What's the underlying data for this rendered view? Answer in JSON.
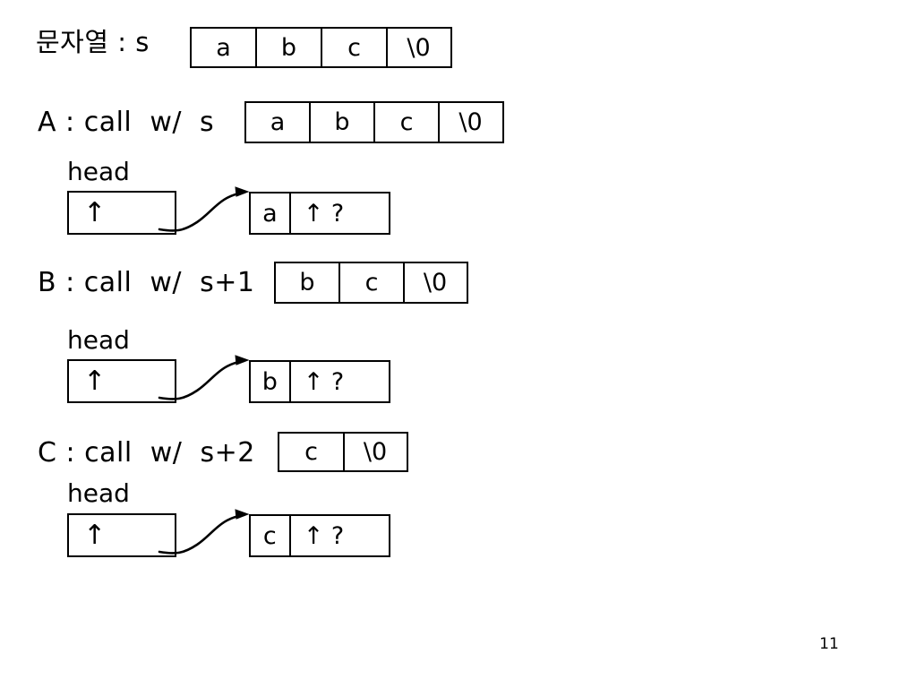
{
  "slide": {
    "page_number": "11",
    "string_row": {
      "label": "문자열 : s",
      "cells": [
        "a",
        "b",
        "c",
        "\\0"
      ]
    },
    "cases": [
      {
        "id": "A",
        "call_label": "A : call  w/  s",
        "array_cells": [
          "a",
          "b",
          "c",
          "\\0"
        ],
        "head_label": "head",
        "head_pointer_glyph": "↑",
        "node_data": "a",
        "node_next": "↑ ?"
      },
      {
        "id": "B",
        "call_label": "B : call  w/  s+1",
        "array_cells": [
          "b",
          "c",
          "\\0"
        ],
        "head_label": "head",
        "head_pointer_glyph": "↑",
        "node_data": "b",
        "node_next": "↑ ?"
      },
      {
        "id": "C",
        "call_label": "C : call  w/  s+2",
        "array_cells": [
          "c",
          "\\0"
        ],
        "head_label": "head",
        "head_pointer_glyph": "↑",
        "node_data": "c",
        "node_next": "↑ ?"
      }
    ],
    "colors": {
      "ink": "#000000",
      "background": "#ffffff"
    }
  }
}
